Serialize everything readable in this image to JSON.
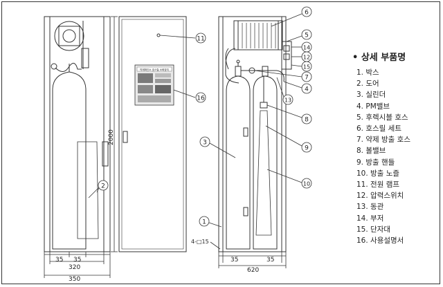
{
  "legend": {
    "title": "• 상세 부품명",
    "items": [
      "1. 박스",
      "2. 도어",
      "3. 실린더",
      "4. PM밸브",
      "5. 후렉시블 호스",
      "6. 호스릴 세트",
      "7. 약제 방출 호스",
      "8. 볼밸브",
      "9. 방출 핸들",
      "10. 방출 노즐",
      "11. 전원 램프",
      "12. 압력스위치",
      "13. 동관",
      "14. 부저",
      "15. 단자대",
      "16. 사용설명서"
    ]
  },
  "dimensions": {
    "height": "2000",
    "side_left": "35",
    "side_right": "35",
    "side_inner_width": "320",
    "side_outer_width": "350",
    "front_left": "35",
    "front_right": "35",
    "front_width": "620",
    "hole_note": "4-□15"
  },
  "callouts": {
    "c1": "1",
    "c2": "2",
    "c3": "3",
    "c4": "4",
    "c5": "5",
    "c6": "6",
    "c7": "7",
    "c8": "8",
    "c9": "9",
    "c10": "10",
    "c11": "11",
    "c12": "12",
    "c13": "13",
    "c14": "14",
    "c15": "15",
    "c16": "16"
  },
  "manual_panel": {
    "title": "약제확인소 호스릴 소화장치"
  }
}
